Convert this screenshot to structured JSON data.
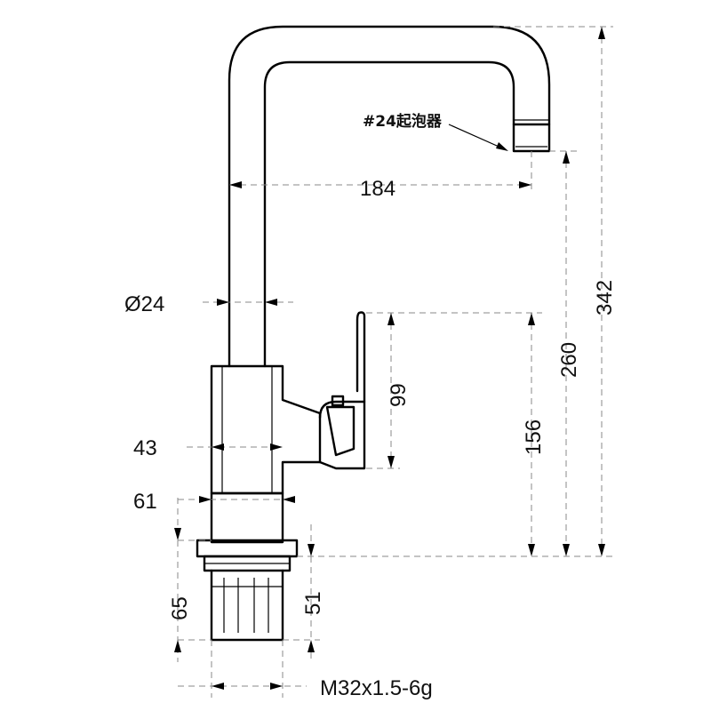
{
  "aerator_label": "#24起泡器",
  "dimensions": {
    "reach": "184",
    "pipe_diameter": "Ø24",
    "height_total": "342",
    "height_spout": "260",
    "handle_length": "99",
    "handle_height": "156",
    "body_width": "43",
    "body_width_outer": "61",
    "shank_length": "65",
    "thread_length": "51",
    "thread_spec": "M32x1.5-6g"
  },
  "colors": {
    "line": "#000000",
    "dimension": "#888888",
    "background": "#ffffff"
  }
}
